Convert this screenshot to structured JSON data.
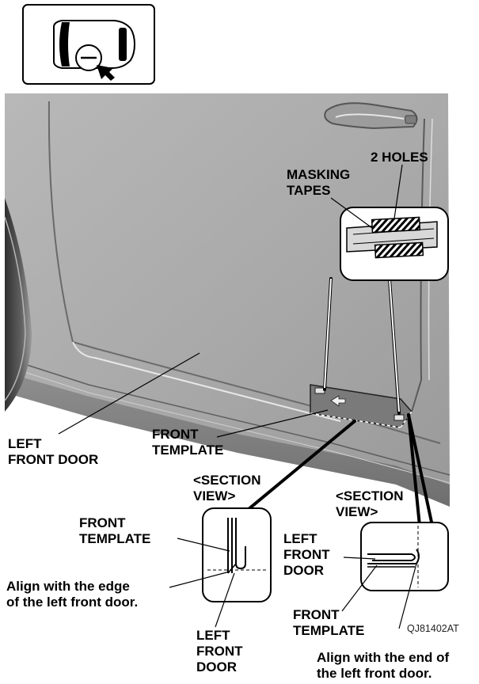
{
  "labels": {
    "two_holes": "2 HOLES",
    "masking_tapes": [
      "MASKING",
      "TAPES"
    ],
    "left_front_door_main": [
      "LEFT",
      "FRONT DOOR"
    ],
    "front_template_main": [
      "FRONT",
      "TEMPLATE"
    ],
    "section_view_left": [
      "<SECTION",
      "VIEW>"
    ],
    "section_view_right": [
      "<SECTION",
      "VIEW>"
    ],
    "front_template_left": [
      "FRONT",
      "TEMPLATE"
    ],
    "align_edge": [
      "Align with the edge",
      "of the left front door."
    ],
    "left_front_door_left": [
      "LEFT",
      "FRONT",
      "DOOR"
    ],
    "left_front_door_right": [
      "LEFT",
      "FRONT",
      "DOOR"
    ],
    "front_template_right": [
      "FRONT",
      "TEMPLATE"
    ],
    "align_end": [
      "Align with the end of",
      "the left front door."
    ],
    "figure_code": "QJ81402AT"
  }
}
